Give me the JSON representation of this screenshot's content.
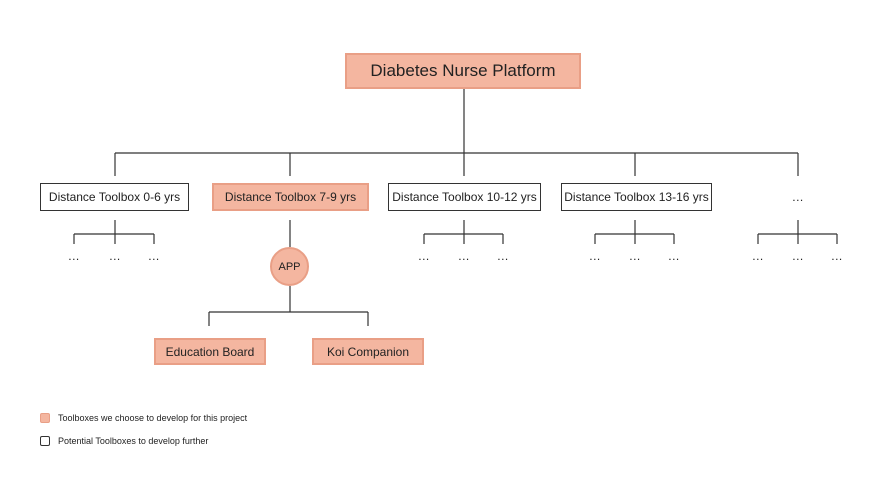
{
  "root": {
    "label": "Diabetes Nurse Platform"
  },
  "toolboxes": [
    {
      "label": "Distance Toolbox 0-6 yrs",
      "selected": false,
      "children": [
        "...",
        "...",
        "..."
      ]
    },
    {
      "label": "Distance Toolbox 7-9 yrs",
      "selected": true,
      "app": "APP",
      "children": [
        "Education Board",
        "Koi Companion"
      ]
    },
    {
      "label": "Distance Toolbox 10-12 yrs",
      "selected": false,
      "children": [
        "...",
        "...",
        "..."
      ]
    },
    {
      "label": "Distance Toolbox 13-16 yrs",
      "selected": false,
      "children": [
        "...",
        "...",
        "..."
      ]
    },
    {
      "label": "...",
      "selected": false,
      "children": [
        "...",
        "...",
        "..."
      ]
    }
  ],
  "legend": [
    {
      "label": "Toolboxes we choose to develop for this project",
      "style": "filled"
    },
    {
      "label": "Potential Toolboxes to develop further",
      "style": "outline"
    }
  ],
  "colors": {
    "accent_fill": "#f4b6a0",
    "accent_border": "#e99f86",
    "line": "#333333"
  }
}
